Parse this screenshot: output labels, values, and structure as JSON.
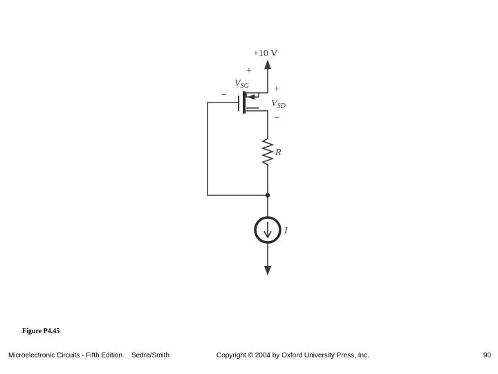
{
  "diagram": {
    "supply_label": "+10 V",
    "vsg_plus": "+",
    "vsg_minus": "−",
    "vsg_label_main": "V",
    "vsg_label_sub": "SG",
    "vsd_plus": "+",
    "vsd_minus": "−",
    "vsd_label_main": "V",
    "vsd_label_sub": "SD",
    "resistor_label": "R",
    "current_label": "I"
  },
  "caption": "Figure P4.45",
  "footer": {
    "book_title": "Microelectronic Circuits - Fifth Edition",
    "authors": "Sedra/Smith",
    "copyright": "Copyright © 2004 by Oxford University Press, Inc.",
    "page_number": "90"
  }
}
